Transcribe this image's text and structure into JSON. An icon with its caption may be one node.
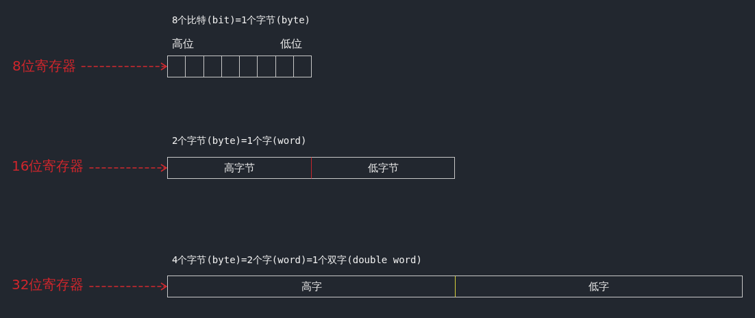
{
  "diagram": {
    "nodes": [
      {
        "text": [
          "8位寄存器"
        ]
      },
      {
        "text": [
          "8个比特(bit)=1个字节(byte)"
        ],
        "beside": [
          "高位",
          "低位"
        ]
      },
      {
        "text": [],
        "shape": "box",
        "in": 1
      },
      {
        "text": [],
        "shape": "box",
        "in": 1
      },
      {
        "text": [],
        "shape": "box",
        "in": 1
      },
      {
        "text": [],
        "shape": "box",
        "in": 1
      },
      {
        "text": [],
        "shape": "box",
        "in": 1
      },
      {
        "text": [],
        "shape": "box",
        "in": 1
      },
      {
        "text": [],
        "shape": "box",
        "in": 1
      },
      {
        "text": [],
        "shape": "box",
        "in": 1
      },
      {
        "text": [
          "16位寄存器"
        ]
      },
      {
        "text": [
          "2个字节(byte)=1个字(word)"
        ]
      },
      {
        "text": [
          "高字节"
        ],
        "in": 11
      },
      {
        "text": [
          "低字节"
        ],
        "in": 11
      },
      {
        "text": [
          "32位寄存器"
        ]
      },
      {
        "text": [
          "4个字节(byte)=2个字(word)=1个双字(double word)"
        ]
      },
      {
        "text": [
          "高字"
        ],
        "in": 15
      },
      {
        "text": [
          "低字"
        ],
        "in": 15
      }
    ],
    "edges": [
      {
        "from": 0,
        "to": 1,
        "arrow": "to",
        "style": "dashed",
        "color": "#d42a2f"
      },
      {
        "from": 10,
        "to": 11,
        "arrow": "to",
        "style": "dashed",
        "color": "#d42a2f"
      },
      {
        "from": 14,
        "to": 15,
        "arrow": "to",
        "style": "dashed",
        "color": "#d42a2f"
      }
    ]
  }
}
